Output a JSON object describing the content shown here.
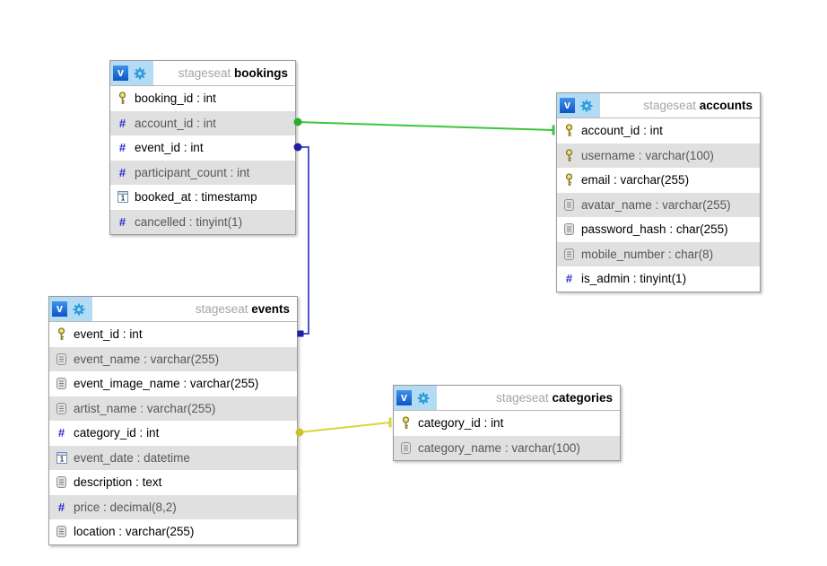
{
  "labels": {
    "type_separator": " : "
  },
  "icons": {
    "view_badge_label": "v",
    "numeric_glyph": "#"
  },
  "colors": {
    "canvas_bg": "#ffffff",
    "table_border": "#9b9b9b",
    "header_patch": "#b3dcf4",
    "row_alt_bg": "#e0e0e0",
    "row_text": "#000000",
    "row_alt_text": "#575757",
    "schema_text": "#a5a5a5"
  },
  "tables": [
    {
      "id": "bookings",
      "schema": "stageseat",
      "name": "bookings",
      "columns": [
        {
          "name": "booking_id",
          "type": "int",
          "kind": "primary_key"
        },
        {
          "name": "account_id",
          "type": "int",
          "kind": "numeric"
        },
        {
          "name": "event_id",
          "type": "int",
          "kind": "numeric"
        },
        {
          "name": "participant_count",
          "type": "int",
          "kind": "numeric"
        },
        {
          "name": "booked_at",
          "type": "timestamp",
          "kind": "datetime"
        },
        {
          "name": "cancelled",
          "type": "tinyint(1)",
          "kind": "numeric"
        }
      ]
    },
    {
      "id": "accounts",
      "schema": "stageseat",
      "name": "accounts",
      "columns": [
        {
          "name": "account_id",
          "type": "int",
          "kind": "primary_key"
        },
        {
          "name": "username",
          "type": "varchar(100)",
          "kind": "primary_key"
        },
        {
          "name": "email",
          "type": "varchar(255)",
          "kind": "primary_key"
        },
        {
          "name": "avatar_name",
          "type": "varchar(255)",
          "kind": "text"
        },
        {
          "name": "password_hash",
          "type": "char(255)",
          "kind": "text"
        },
        {
          "name": "mobile_number",
          "type": "char(8)",
          "kind": "text"
        },
        {
          "name": "is_admin",
          "type": "tinyint(1)",
          "kind": "numeric"
        }
      ]
    },
    {
      "id": "events",
      "schema": "stageseat",
      "name": "events",
      "columns": [
        {
          "name": "event_id",
          "type": "int",
          "kind": "primary_key"
        },
        {
          "name": "event_name",
          "type": "varchar(255)",
          "kind": "text"
        },
        {
          "name": "event_image_name",
          "type": "varchar(255)",
          "kind": "text"
        },
        {
          "name": "artist_name",
          "type": "varchar(255)",
          "kind": "text"
        },
        {
          "name": "category_id",
          "type": "int",
          "kind": "numeric"
        },
        {
          "name": "event_date",
          "type": "datetime",
          "kind": "datetime"
        },
        {
          "name": "description",
          "type": "text",
          "kind": "text"
        },
        {
          "name": "price",
          "type": "decimal(8,2)",
          "kind": "numeric"
        },
        {
          "name": "location",
          "type": "varchar(255)",
          "kind": "text"
        }
      ]
    },
    {
      "id": "categories",
      "schema": "stageseat",
      "name": "categories",
      "columns": [
        {
          "name": "category_id",
          "type": "int",
          "kind": "primary_key"
        },
        {
          "name": "category_name",
          "type": "varchar(100)",
          "kind": "text"
        }
      ]
    }
  ],
  "connections": [
    {
      "id": "bookings-accounts",
      "from": "bookings.account_id",
      "to": "accounts.account_id",
      "line_color": "#3ec43e",
      "dot_color": "#2aae2a"
    },
    {
      "id": "bookings-events",
      "from": "bookings.event_id",
      "to": "events.event_id",
      "line_color": "#5252cc",
      "dot_color": "#20209e"
    },
    {
      "id": "events-categories",
      "from": "events.category_id",
      "to": "categories.category_id",
      "line_color": "#d6d63a",
      "dot_color": "#c6c62a"
    }
  ]
}
